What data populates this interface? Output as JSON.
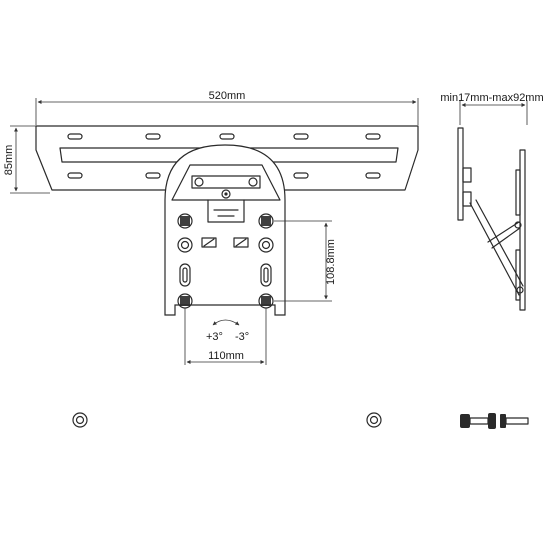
{
  "diagram": {
    "dim_width": "520mm",
    "dim_height": "85mm",
    "dim_depth_range": "min17mm-max92mm",
    "dim_vertical_spacing": "108.8mm",
    "dim_horizontal_spacing": "110mm",
    "tilt_plus": "+3°",
    "tilt_minus": "-3°"
  }
}
